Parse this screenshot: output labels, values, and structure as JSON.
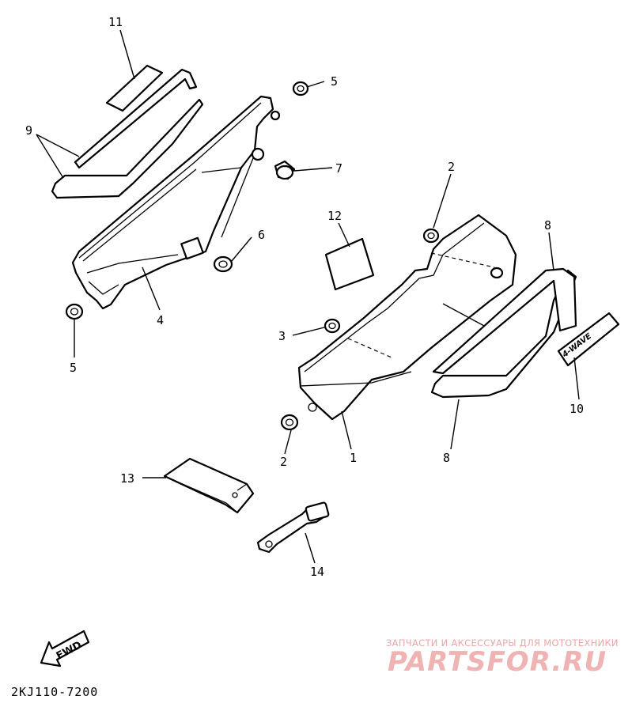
{
  "diagram": {
    "part_code": "2KJ110-7200",
    "fwd_label": "FWD",
    "emblem_text": "4-WAVE",
    "callouts": {
      "c1": "1",
      "c2a": "2",
      "c2b": "2",
      "c3": "3",
      "c4": "4",
      "c5a": "5",
      "c5b": "5",
      "c6": "6",
      "c7": "7",
      "c8a": "8",
      "c8b": "8",
      "c9": "9",
      "c10": "10",
      "c11": "11",
      "c12": "12",
      "c13": "13",
      "c14": "14"
    }
  },
  "watermark": {
    "tagline": "ЗАПЧАСТИ И АКСЕССУАРЫ ДЛЯ МОТОТЕХНИКИ",
    "brand": "PARTSFOR.RU",
    "color": "#efb3b3"
  }
}
